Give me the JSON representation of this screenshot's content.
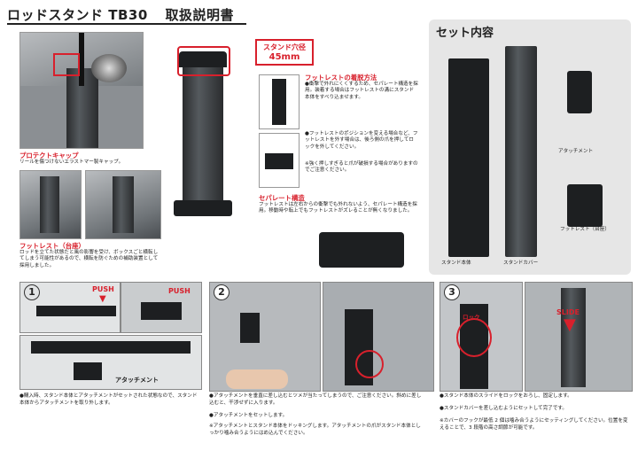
{
  "header": {
    "title": "ロッドスタンド TB30",
    "subtitle": "取扱説明書"
  },
  "callouts": {
    "diameter": "スタンド穴径",
    "diameter_value": "45mm",
    "protect_cap": "プロテクトキャップ",
    "protect_cap_desc": "リールを傷つけないエラストマー製キャップ。",
    "footrest": "フットレスト（台座）",
    "footrest_desc": "ロッドを立てた状態だと風の影響を受け、ボックスごと横転してしまう可能性があるので、横転を防ぐための補助装置として採用しました。",
    "foot_howto_title": "フットレストの着脱方法",
    "foot_howto_1": "●衝撃で外れにくくするため、セパレート構造を採用。装着する場合はフットレストの溝にスタンド本体をすべり込ませます。",
    "foot_howto_2": "●フットレストのポジションを変える場合など、フットレストを外す場合は、後ろ側の爪を押してロックを外してください。",
    "foot_howto_3": "※強く押しすぎると爪が破損する場合がありますのでご注意ください。",
    "separate_title": "セパレート構造",
    "separate_desc": "フットレストは左右からの衝撃でも外れないよう、セパレート構造を採用。移動時や転上でもフットレストがズレることが無くなりました。"
  },
  "set": {
    "title": "セット内容",
    "items": [
      "アタッチメント",
      "フットレスト（台座）",
      "スタンド本体",
      "スタンドカバー"
    ]
  },
  "steps": {
    "s1_num": "1",
    "s2_num": "2",
    "s3_num": "3",
    "push": "PUSH",
    "push2": "PUSH",
    "attachment": "アタッチメント",
    "lock": "ロック",
    "slide": "SLIDE",
    "s1_text": "●購入時、スタンド本体とアタッチメントがセットされた状態なので、スタンド本体からアタッチメントを取り外します。",
    "s2_text1": "●アタッチメントを垂直に差し込むとツメが当たってしまうので、ご注意ください。斜めに差し込むと、干渉せずに入ります。",
    "s2_text2": "●アタッチメントをセットします。",
    "s2_text3": "※アタッチメントとスタンド本体をドッキングします。アタッチメントの爪がスタンド本体としっかり噛み合うようにはめ込んでください。",
    "s3_text1": "●スタンド本体のスライドをロックをおろし、固定します。",
    "s3_text2": "●スタンドカバーを差し込むようにセットして完了です。",
    "s3_text3": "※カバーのフックが最低 2 個は噛み合うようにセッティングしてください。位置を変えることで、3 段階の高さ調節が可能です。"
  },
  "colors": {
    "accent": "#d8202c",
    "dark": "#1d1f21"
  }
}
